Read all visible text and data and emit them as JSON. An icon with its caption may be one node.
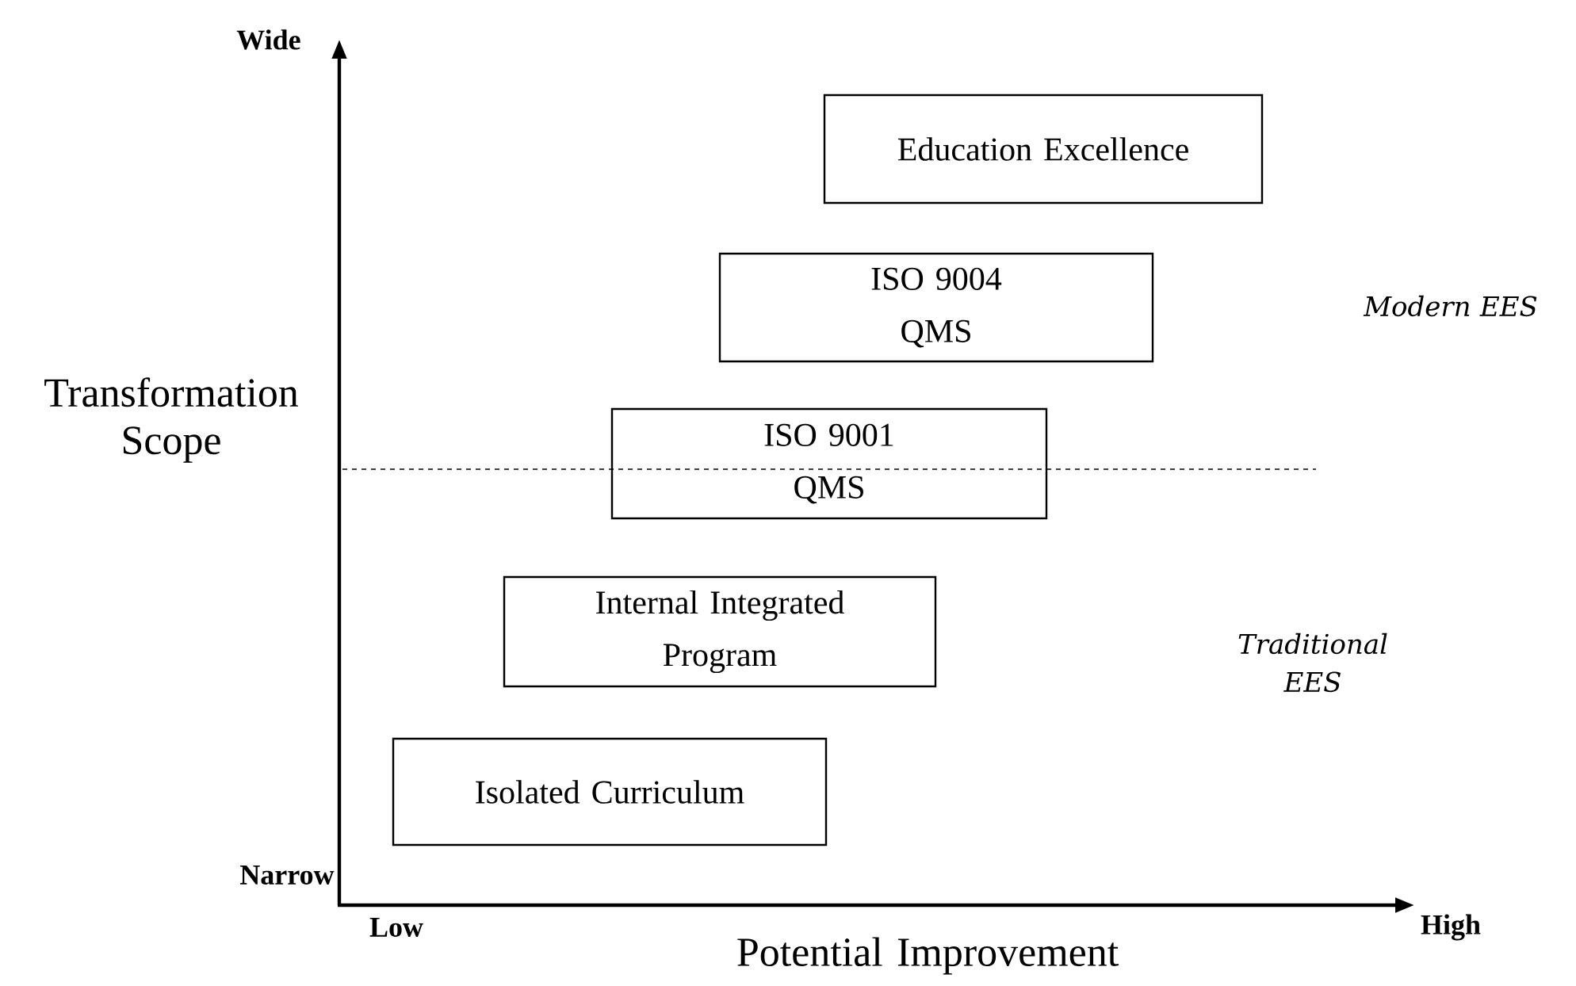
{
  "diagram": {
    "nodes": [
      {
        "text": [
          "Education Excellence"
        ]
      },
      {
        "text": [
          "ISO 9004 QMS"
        ]
      },
      {
        "text": [
          "ISO 9001 QMS"
        ]
      },
      {
        "text": [
          "Internal Integrated Program"
        ]
      },
      {
        "text": [
          "Isolated Curriculum"
        ]
      }
    ],
    "labels": [
      "Wide",
      "Modern EES",
      "Transformation Scope",
      "Traditional EES",
      "Narrow",
      "Low",
      "High",
      "Potential Improvement"
    ]
  }
}
